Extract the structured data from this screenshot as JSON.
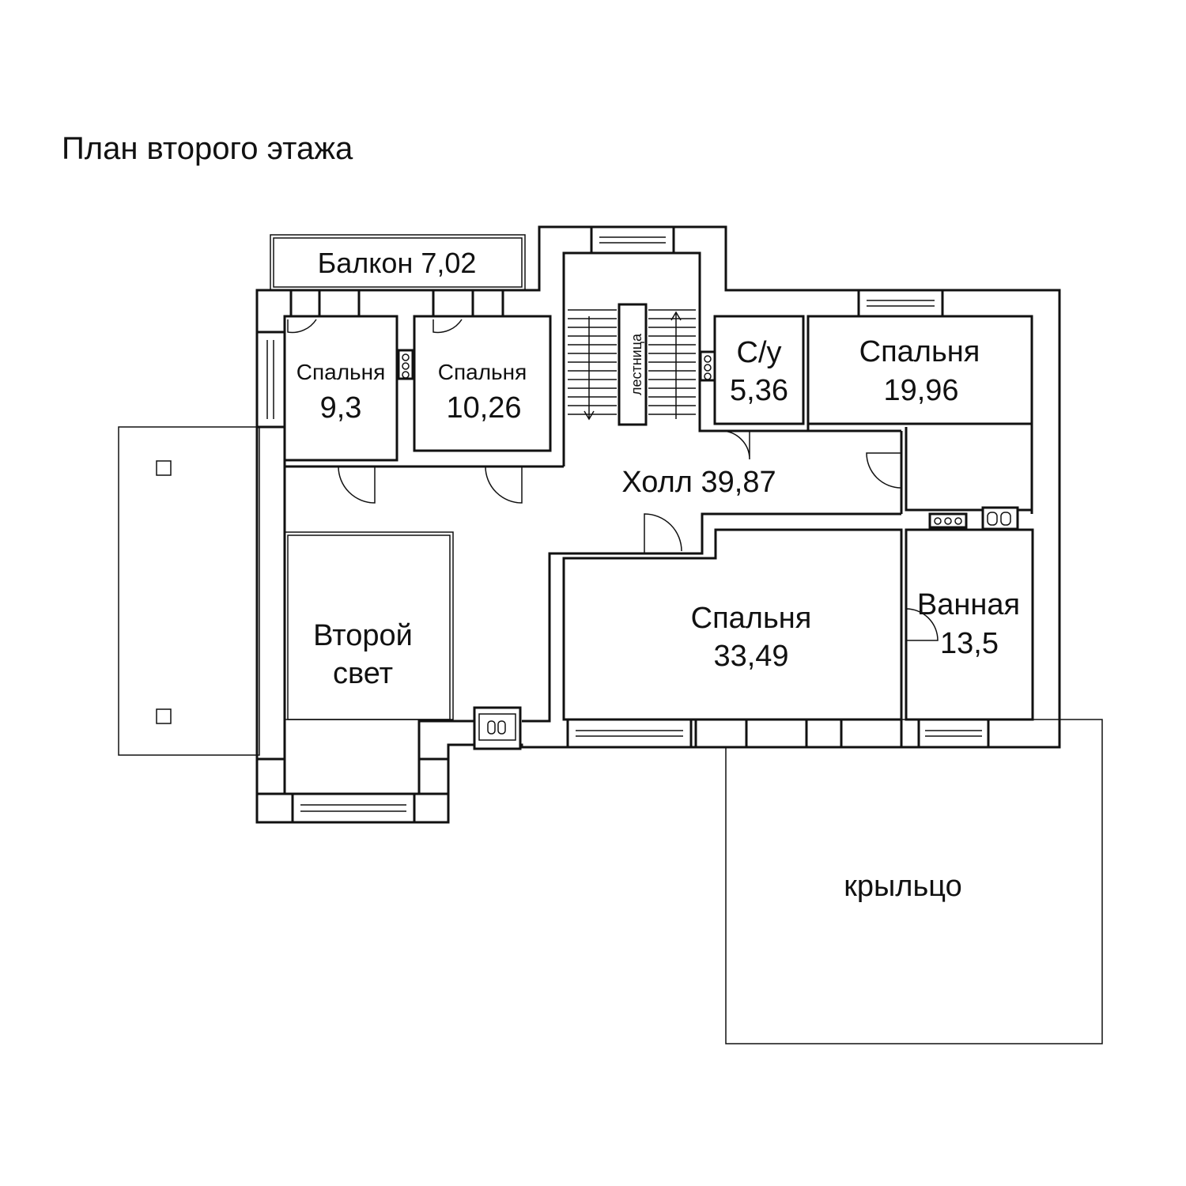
{
  "title": "План второго этажа",
  "rooms": {
    "balcony": "Балкон 7,02",
    "stairs": "лестница",
    "wc_name": "С/у",
    "wc_area": "5,36",
    "bed1_name": "Спальня",
    "bed1_area": "9,3",
    "bed2_name": "Спальня",
    "bed2_area": "10,26",
    "bed3_name": "Спальня",
    "bed3_area": "19,96",
    "hall": "Холл 39,87",
    "second_light_1": "Второй",
    "second_light_2": "свет",
    "bed4_name": "Спальня",
    "bed4_area": "33,49",
    "bath_name": "Ванная",
    "bath_area": "13,5",
    "porch": "крыльцо"
  }
}
